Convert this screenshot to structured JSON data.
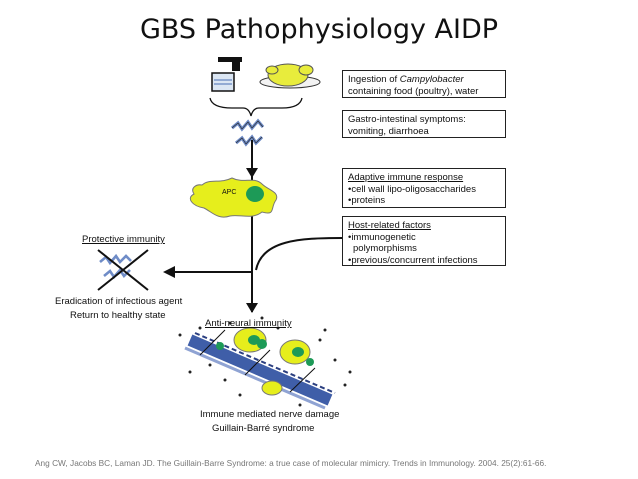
{
  "slide": {
    "title": "GBS Pathophysiology AIDP",
    "citation": "Ang CW, Jacobs BC, Laman JD. The Guillain-Barre Syndrome: a true case of molecular mimicry. Trends in Immunology. 2004. 25(2):61-66."
  },
  "diagram": {
    "ingestion": {
      "prefix": "Ingestion of ",
      "organism": "Campylobacter",
      "line2": "containing food (poultry), water"
    },
    "gastro": {
      "line1": "Gastro-intestinal symptoms:",
      "line2": "vomiting, diarrhoea"
    },
    "adaptive": {
      "heading": "Adaptive immune response",
      "items": [
        "•cell wall lipo-oligosaccharides",
        "•proteins"
      ]
    },
    "host": {
      "heading": "Host-related factors",
      "items": [
        "•immunogenetic",
        "polymorphisms",
        "•previous/concurrent infections"
      ]
    },
    "apc_label": "APC",
    "protective_immunity": "Protective immunity",
    "eradication": "Eradication of infectious agent",
    "return_healthy": "Return to healthy state",
    "anti_neural": "Anti-neural immunity",
    "nerve_damage": "Immune mediated nerve damage",
    "gbs": "Guillain-Barré syndrome",
    "colors": {
      "cell": "#e6ee1c",
      "nucleus": "#1d9a57",
      "nerve": "#3f5ea8",
      "bacterium": "#6f8cc7"
    }
  }
}
